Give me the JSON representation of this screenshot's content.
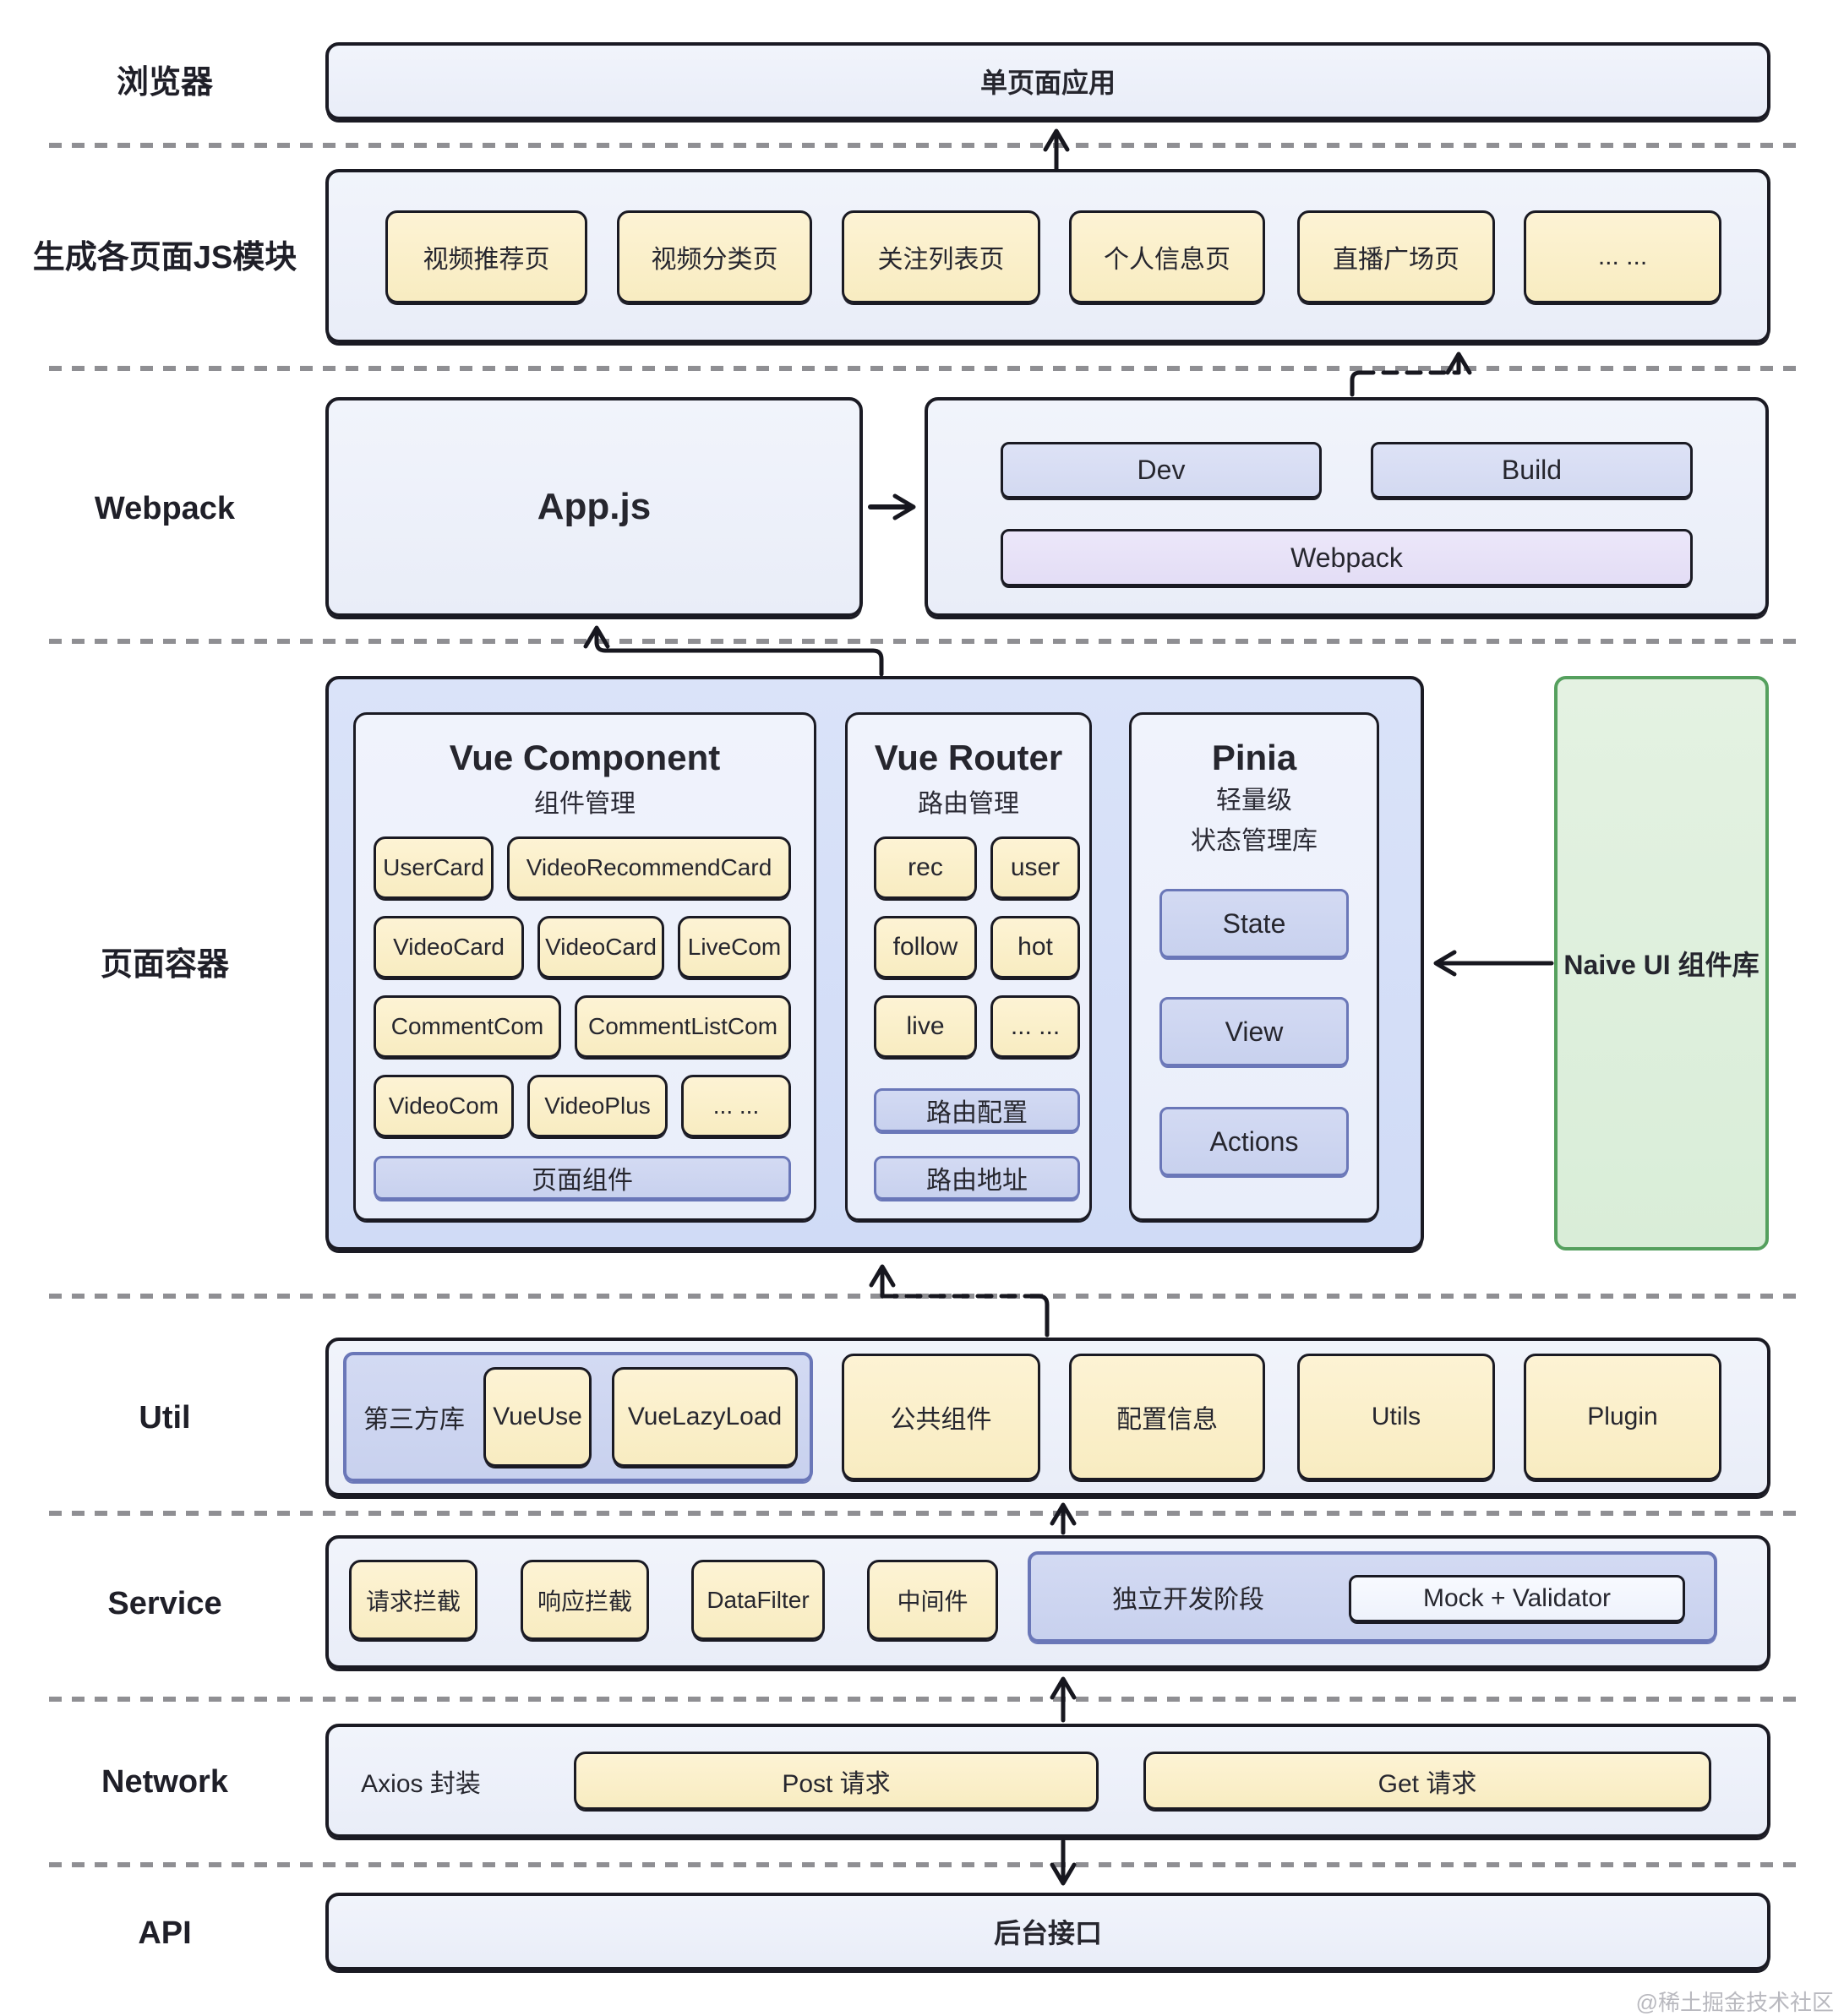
{
  "watermark": "@稀土掘金技术社区",
  "colors": {
    "yellow_fill": "#faeec7",
    "panel_fill": "#edf1fa",
    "container_fill": "#d5dff7",
    "purple_fill": "#ccd4f0",
    "purple_border": "#6a77b8",
    "green_fill": "#dff0de",
    "green_border": "#55a05e",
    "dark_border": "#1a1a23",
    "dashed_line": "#8f8f93"
  },
  "rows": {
    "browser": {
      "label": "浏览器",
      "spa": "单页面应用"
    },
    "js_modules": {
      "label": "生成各页面JS模块",
      "items": [
        "视频推荐页",
        "视频分类页",
        "关注列表页",
        "个人信息页",
        "直播广场页",
        "... ..."
      ]
    },
    "webpack": {
      "label": "Webpack",
      "app": "App.js",
      "dev": "Dev",
      "build": "Build",
      "webpack_bar": "Webpack"
    },
    "page_container": {
      "label": "页面容器",
      "vue_component": {
        "title": "Vue Component",
        "subtitle": "组件管理",
        "chips": [
          "UserCard",
          "VideoRecommendCard",
          "VideoCard",
          "VideoCard",
          "LiveCom",
          "CommentCom",
          "CommentListCom",
          "VideoCom",
          "VideoPlus",
          "... ..."
        ],
        "footer": "页面组件"
      },
      "vue_router": {
        "title": "Vue Router",
        "subtitle": "路由管理",
        "chips": [
          "rec",
          "user",
          "follow",
          "hot",
          "live",
          "... ..."
        ],
        "bars": [
          "路由配置",
          "路由地址"
        ]
      },
      "pinia": {
        "title": "Pinia",
        "subtitle_line1": "轻量级",
        "subtitle_line2": "状态管理库",
        "items": [
          "State",
          "View",
          "Actions"
        ]
      },
      "naive_ui": {
        "title": "Naive UI 组件库"
      }
    },
    "util": {
      "label": "Util",
      "third_party": {
        "label": "第三方库",
        "chips": [
          "VueUse",
          "VueLazyLoad"
        ]
      },
      "items": [
        "公共组件",
        "配置信息",
        "Utils",
        "Plugin"
      ]
    },
    "service": {
      "label": "Service",
      "chips": [
        "请求拦截",
        "响应拦截",
        "DataFilter",
        "中间件"
      ],
      "dev_stage": {
        "label": "独立开发阶段",
        "mock": "Mock + Validator"
      }
    },
    "network": {
      "label": "Network",
      "axios": "Axios 封装",
      "post": "Post 请求",
      "get": "Get 请求"
    },
    "api": {
      "label": "API",
      "backend": "后台接口"
    }
  }
}
